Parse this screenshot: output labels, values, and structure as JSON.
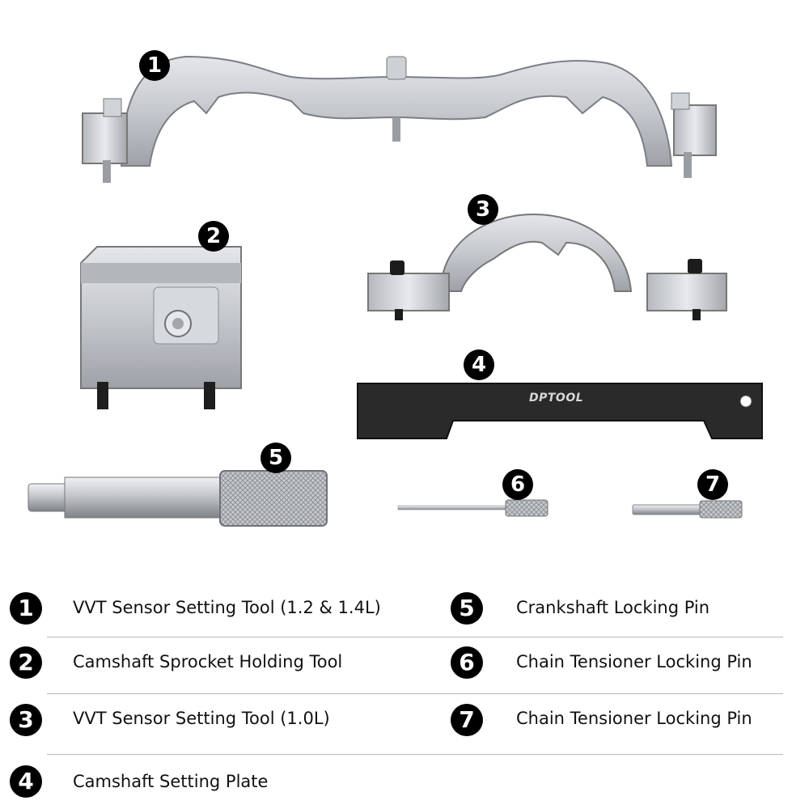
{
  "photo": {
    "brand_engraving": "DPTOOL",
    "colors": {
      "metal": "#c9ccd1",
      "metal_dark": "#8d9096",
      "plate": "#2a2a2a",
      "badge": "#000000"
    }
  },
  "badges": [
    "1",
    "2",
    "3",
    "4",
    "5",
    "6",
    "7"
  ],
  "legend": [
    {
      "num": "1",
      "text": "VVT Sensor Setting Tool (1.2 & 1.4L)"
    },
    {
      "num": "2",
      "text": "Camshaft Sprocket Holding Tool"
    },
    {
      "num": "3",
      "text": "VVT Sensor Setting Tool (1.0L)"
    },
    {
      "num": "4",
      "text": "Camshaft Setting Plate"
    },
    {
      "num": "5",
      "text": "Crankshaft Locking Pin"
    },
    {
      "num": "6",
      "text": "Chain Tensioner Locking Pin"
    },
    {
      "num": "7",
      "text": "Chain Tensioner Locking Pin"
    }
  ]
}
